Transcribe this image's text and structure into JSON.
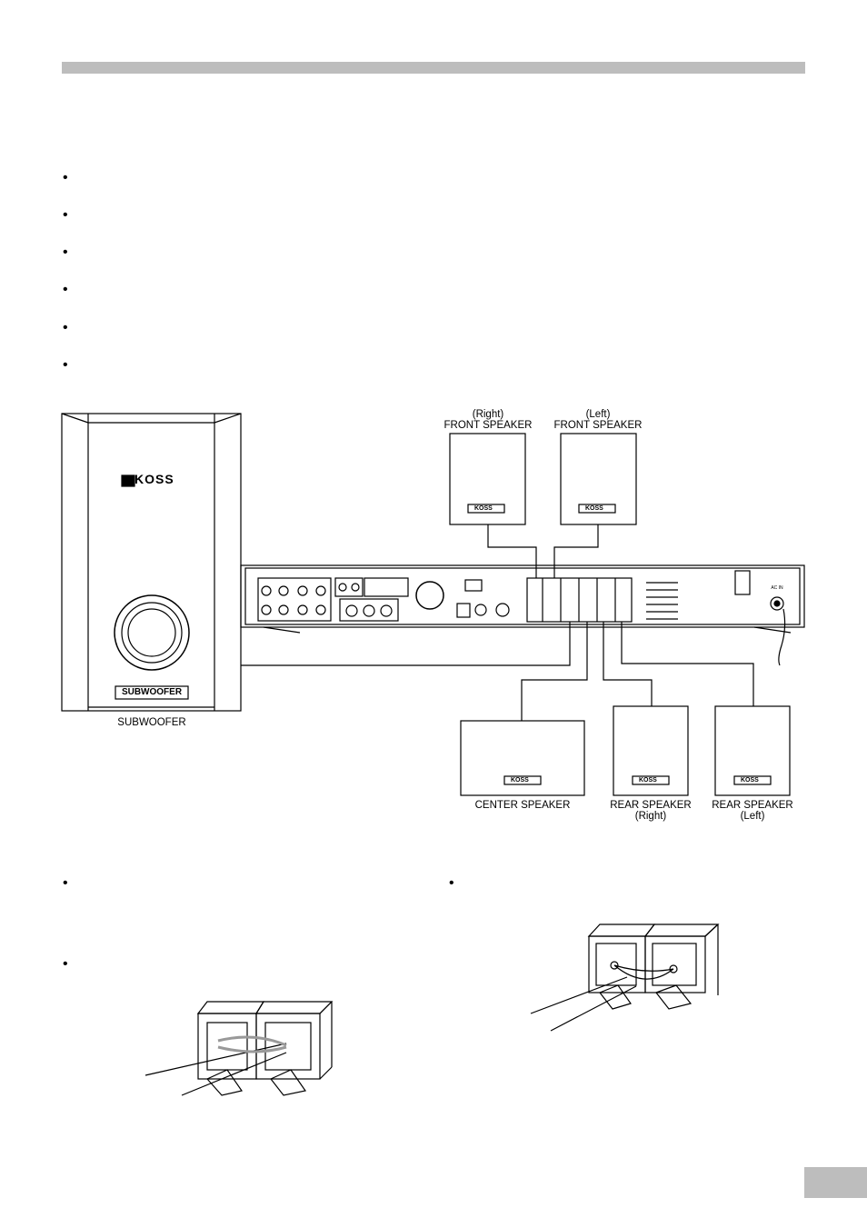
{
  "labels": {
    "front_right_pos": "(Right)",
    "front_right_name": "FRONT SPEAKER",
    "front_left_pos": "(Left)",
    "front_left_name": "FRONT SPEAKER",
    "subwoofer_caption": "SUBWOOFER",
    "subwoofer_plate": "SUBWOOFER",
    "center": "CENTER SPEAKER",
    "rear_right_name": "REAR SPEAKER",
    "rear_right_pos": "(Right)",
    "rear_left_name": "REAR SPEAKER",
    "rear_left_pos": "(Left)",
    "ac_in": "AC IN"
  },
  "brand": {
    "logo_text": "KOSS"
  },
  "colors": {
    "header_bar": "#bdbdbd",
    "page_tab": "#bdbdbd",
    "line": "#000000"
  },
  "icons": {
    "bullet": "bullet-dot",
    "logo": "koss-logo"
  }
}
